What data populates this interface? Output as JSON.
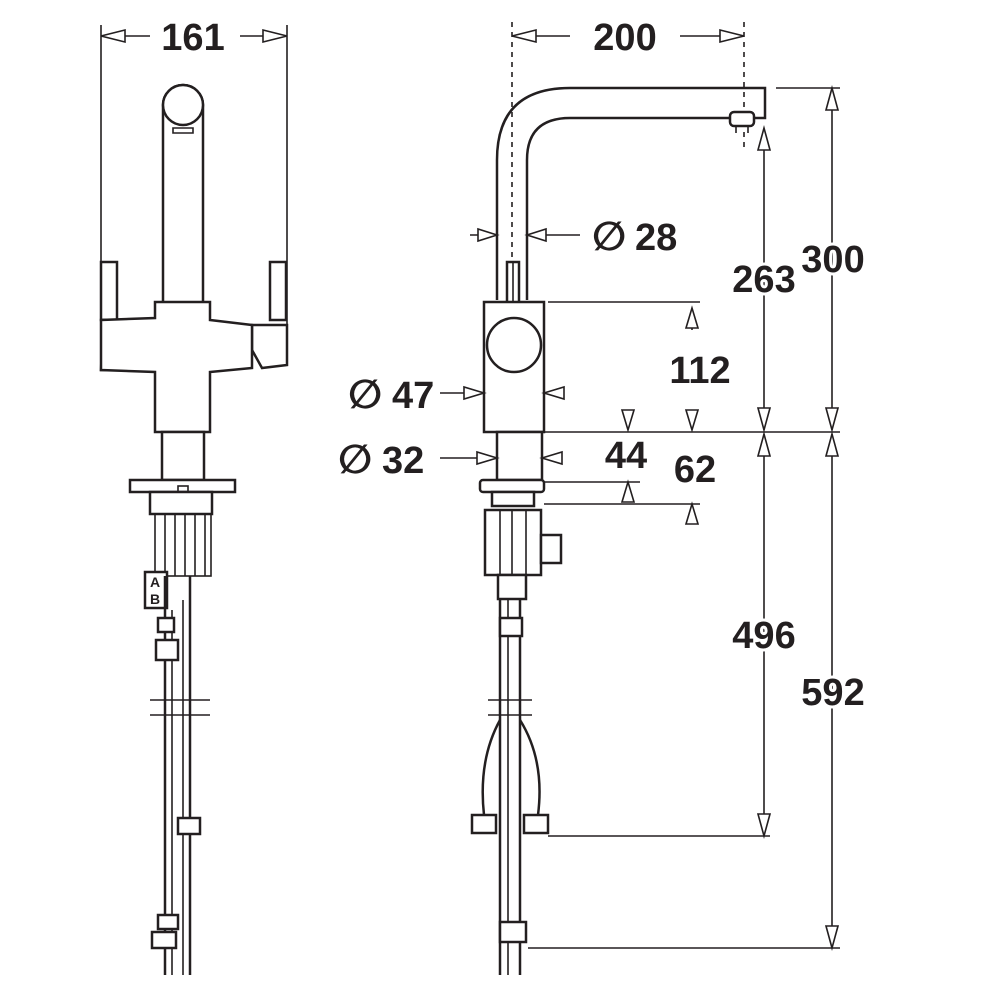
{
  "dimensions": {
    "overall_width": "161",
    "reach": "200",
    "spout_diameter": "28",
    "spout_height_under": "263",
    "spout_height_total": "300",
    "lever_height": "112",
    "body_diameter": "47",
    "base_diameter": "32",
    "base_height": "44",
    "body_to_deck": "62",
    "hose_length": "496",
    "overall_length": "592"
  },
  "diameter_symbol": "∅",
  "connector_labels": {
    "a": "A",
    "b": "B"
  },
  "colors": {
    "line": "#231f20",
    "background": "#ffffff"
  }
}
